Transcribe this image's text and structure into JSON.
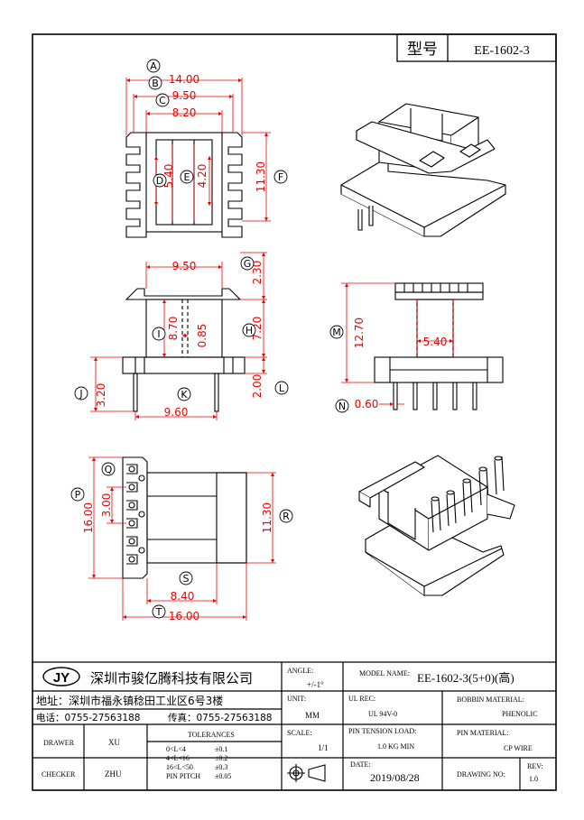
{
  "header": {
    "model_label": "型号",
    "model_value": "EE-1602-3"
  },
  "dimensions": {
    "A": "14.00",
    "B": "9.50",
    "C": "8.20",
    "D": "5.40",
    "E": "4.20",
    "F": "11.30",
    "G": "2.30",
    "H": "7.20",
    "I": "8.70",
    "J": "3.20",
    "K": "9.60",
    "L": "2.00",
    "M": "12.70",
    "N": "0.60",
    "O": "0.85",
    "P": "16.00",
    "Q": "3.00",
    "R": "11.30",
    "S": "8.40",
    "T": "16.00",
    "top_width": "9.50",
    "bobbin_gap": "5.40"
  },
  "markers": [
    "A",
    "B",
    "C",
    "D",
    "E",
    "F",
    "G",
    "H",
    "I",
    "J",
    "K",
    "L",
    "M",
    "N",
    "P",
    "Q",
    "R",
    "S",
    "T"
  ],
  "title_block": {
    "logo": "JY",
    "company": "深圳市骏亿腾科技有限公司",
    "address": "地址：深圳市福永镇稔田工业区6号3楼",
    "phone": "电话：0755-27563188",
    "fax": "传真：0755-27563188",
    "angle_label": "ANGLE:",
    "angle_value": "+/-1°",
    "model_name_label": "MODEL NAME:",
    "model_name_value": "EE-1602-3(5+0)(高)",
    "unit_label": "UNIT:",
    "unit_value": "MM",
    "ul_rec_label": "UL REC:",
    "ul_rec_value": "UL 94V-0",
    "bobbin_label": "BOBBIN MATERIAL:",
    "bobbin_value": "PHENOLIC",
    "drawer_label": "DRAWER",
    "drawer_value": "XU",
    "tolerances_label": "TOLERANCES",
    "tol_rows": [
      {
        "range": "0<L<4",
        "tol": "±0.1"
      },
      {
        "range": "4<L<16",
        "tol": "±0.2"
      },
      {
        "range": "16<L<50",
        "tol": "±0.3"
      },
      {
        "range": "PIN PITCH",
        "tol": "±0.05"
      }
    ],
    "scale_label": "SCALE:",
    "scale_value": "1/1",
    "pin_tension_label": "PIN TENSION LOAD:",
    "pin_tension_value": "1.0 KG MIN",
    "pin_material_label": "PIN MATERIAL:",
    "pin_material_value": "CP WIRE",
    "checker_label": "CHECKER",
    "checker_value": "ZHU",
    "date_label": "DATE:",
    "date_value": "2019/08/28",
    "drawing_no_label": "DRAWING NO:",
    "rev_label": "REV:",
    "rev_value": "1.0"
  }
}
